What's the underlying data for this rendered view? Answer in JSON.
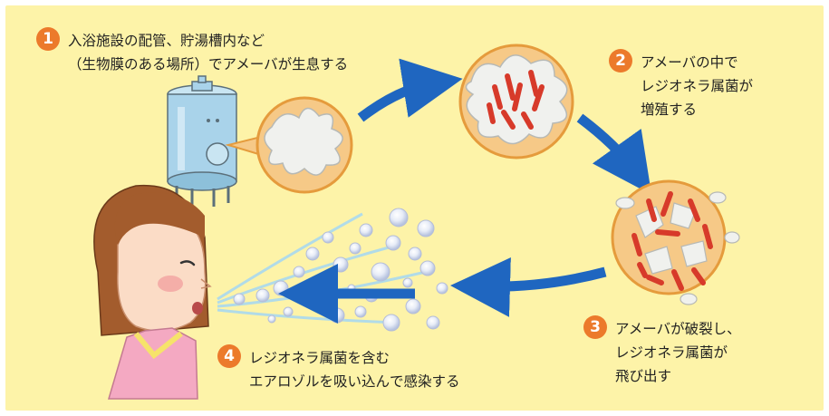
{
  "steps": [
    {
      "number": "1",
      "lines": [
        "入浴施設の配管、貯湯槽内など",
        "（生物膜のある場所）でアメーバが生息する"
      ]
    },
    {
      "number": "2",
      "lines": [
        "アメーバの中で",
        "レジオネラ属菌が",
        "増殖する"
      ]
    },
    {
      "number": "3",
      "lines": [
        "アメーバが破裂し、",
        "レジオネラ属菌が",
        "飛び出す"
      ]
    },
    {
      "number": "4",
      "lines": [
        "レジオネラ属菌を含む",
        "エアロゾルを吸い込んで感染する"
      ]
    }
  ],
  "colors": {
    "background": "#fdf3a8",
    "badge": "#ec7a2b",
    "arrow": "#1f66c0",
    "cell_fill": "#f6c987",
    "cell_border": "#e59b3c",
    "amoeba": "#f0f1ee",
    "bacteria": "#d73a2a",
    "tank": "#a9d3ea",
    "hair": "#a35c2d",
    "skin": "#fbdcc6",
    "shirt": "#f4a9c2"
  },
  "icons": [
    "water-tank-icon",
    "amoeba-cell-icon",
    "bacteria-icon",
    "person-face-icon",
    "aerosol-droplet-icon",
    "flow-arrow-icon"
  ]
}
